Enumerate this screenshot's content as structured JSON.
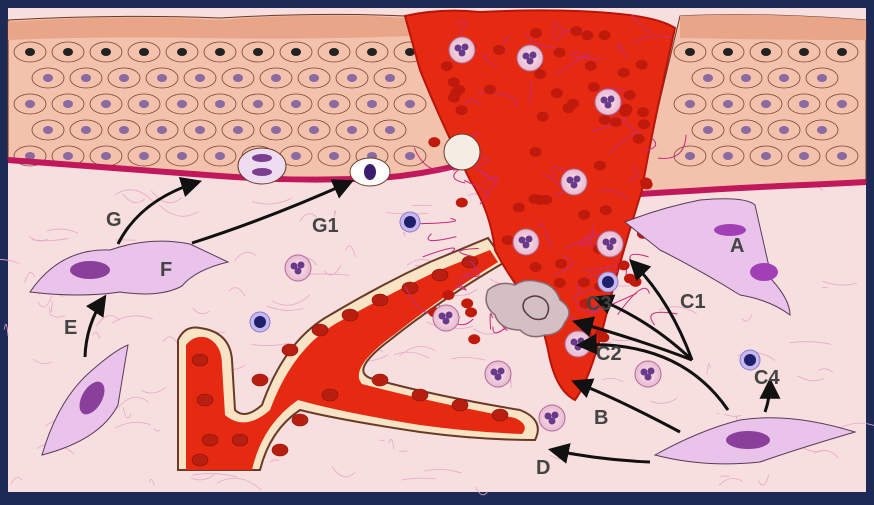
{
  "labels": {
    "A": "A",
    "B": "B",
    "C1": "C1",
    "C2": "C2",
    "C3": "C3",
    "C4": "C4",
    "D": "D",
    "E": "E",
    "F": "F",
    "G": "G",
    "G1": "G1"
  },
  "colors": {
    "background_border": "#1c2a55",
    "dermis": "#f7dfe0",
    "epidermis": "#f2c2ad",
    "basement_membrane": "#c0185a",
    "blood_clot": "#e62a12",
    "cell_outline": "#3a2a22",
    "nucleus": "#7a4a8a",
    "fibroblast": "#e9c3ea",
    "label_text": "#444444"
  },
  "icons": {
    "arrow": "arrow-icon",
    "neutrophil": "neutrophil-icon",
    "lymphocyte": "lymphocyte-icon",
    "fibroblast": "fibroblast-icon",
    "platelet": "platelet-icon",
    "macrophage": "macrophage-icon"
  }
}
